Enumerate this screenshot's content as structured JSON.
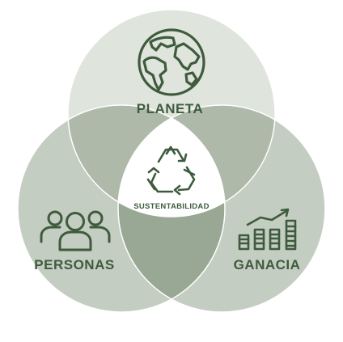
{
  "diagram": {
    "sets": [
      {
        "id": "planeta",
        "label": "PLANETA",
        "icon": "globe-icon"
      },
      {
        "id": "personas",
        "label": "PERSONAS",
        "icon": "people-icon"
      },
      {
        "id": "ganancia",
        "label": "GANACIA",
        "icon": "growth-chart-icon"
      }
    ],
    "center": {
      "label": "SUSTENTABILIDAD",
      "icon": "recycle-icon"
    }
  },
  "colors": {
    "circle_fill": "#c9d1c6",
    "overlap_fill": "#9fac9a",
    "center_overlap_fill": "#8b9a87",
    "center_white": "#ffffff",
    "border": "#ffffff",
    "ink": "#3e5b3d"
  }
}
